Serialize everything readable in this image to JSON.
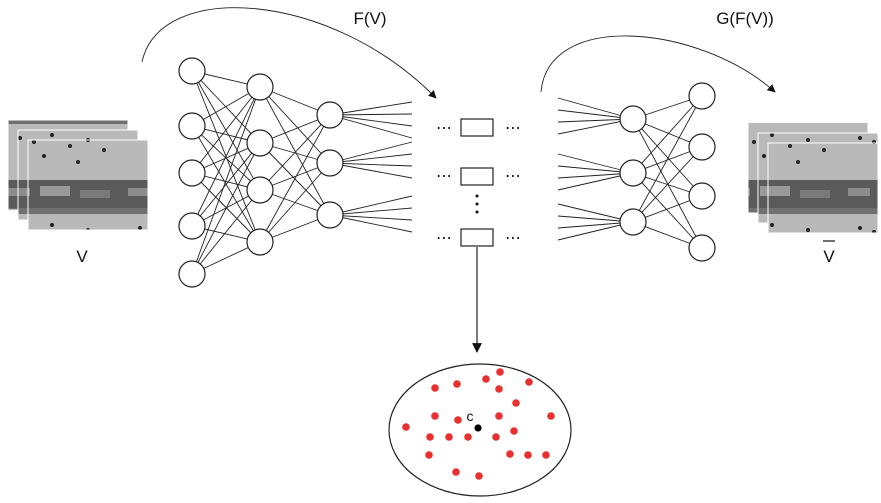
{
  "labels": {
    "input": "V",
    "output": "V",
    "encoder": "F(V)",
    "decoder": "G(F(V))",
    "center": "c"
  },
  "ellipsis": "⋯",
  "colors": {
    "stroke": "#222222",
    "point": "#e8312f",
    "center_point": "#000000",
    "frame": "#8a8a8a"
  },
  "encoder": {
    "layer_sizes": [
      5,
      4,
      3
    ]
  },
  "decoder": {
    "layer_sizes": [
      3,
      4
    ]
  },
  "latent": {
    "boxes": 3
  },
  "cluster": {
    "red_points": 23,
    "center_points": 1
  }
}
